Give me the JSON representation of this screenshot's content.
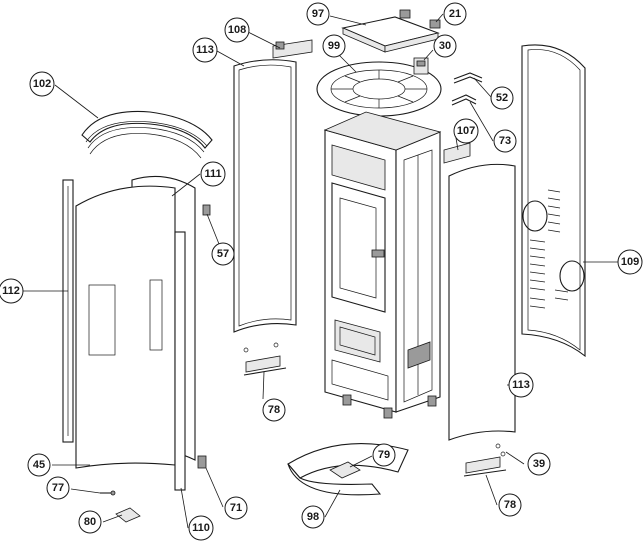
{
  "diagram": {
    "type": "exploded-parts-view",
    "callouts": [
      {
        "label": "97"
      },
      {
        "label": "21"
      },
      {
        "label": "108"
      },
      {
        "label": "99"
      },
      {
        "label": "30"
      },
      {
        "label": "113"
      },
      {
        "label": "52"
      },
      {
        "label": "102"
      },
      {
        "label": "73"
      },
      {
        "label": "107"
      },
      {
        "label": "111"
      },
      {
        "label": "57"
      },
      {
        "label": "112"
      },
      {
        "label": "109"
      },
      {
        "label": "78"
      },
      {
        "label": "113"
      },
      {
        "label": "79"
      },
      {
        "label": "39"
      },
      {
        "label": "45"
      },
      {
        "label": "78"
      },
      {
        "label": "77"
      },
      {
        "label": "71"
      },
      {
        "label": "80"
      },
      {
        "label": "98"
      },
      {
        "label": "110"
      }
    ]
  }
}
